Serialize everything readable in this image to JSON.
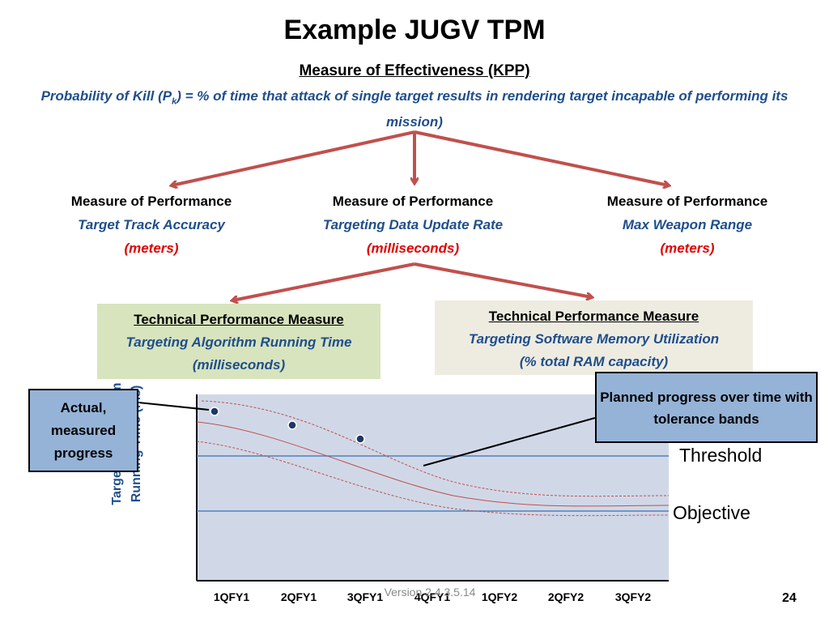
{
  "slide": {
    "title": "Example JUGV TPM",
    "page_number": "24",
    "footer_version": "Version 2.4 3.5.14"
  },
  "moe": {
    "heading": "Measure of Effectiveness (KPP)",
    "definition_prefix": "Probability of Kill (P",
    "definition_sub": "k",
    "definition_rest": ") =  % of time that attack of single target results in rendering target incapable of performing its mission)"
  },
  "mops": [
    {
      "heading": "Measure of Performance",
      "name": "Target Track Accuracy",
      "unit": "(meters)"
    },
    {
      "heading": "Measure of Performance",
      "name": "Targeting Data Update Rate",
      "unit": "(milliseconds)"
    },
    {
      "heading": "Measure of Performance",
      "name": "Max Weapon Range",
      "unit": "(meters)"
    }
  ],
  "tpms": [
    {
      "heading": "Technical Performance Measure",
      "name": "Targeting Algorithm Running Time",
      "unit": "(milliseconds)"
    },
    {
      "heading": "Technical Performance Measure",
      "name": "Targeting Software Memory Utilization",
      "unit": "(% total RAM capacity)"
    }
  ],
  "callouts": {
    "actual": "Actual, measured progress",
    "planned": "Planned progress over time with tolerance bands"
  },
  "chart_data": {
    "type": "line",
    "ylabel": "Targeting Algorithm Running Time (ms)",
    "categories": [
      "1QFY1",
      "2QFY1",
      "3QFY1",
      "4QFY1",
      "1QFY2",
      "2QFY2",
      "3QFY2"
    ],
    "reference_lines": [
      {
        "label": "Threshold"
      },
      {
        "label": "Objective"
      }
    ],
    "colors": {
      "plot_bg": "#d0d8e8",
      "planned": "#c0504d",
      "reference": "#4f81bd",
      "actual_point": "#1f3864"
    }
  }
}
